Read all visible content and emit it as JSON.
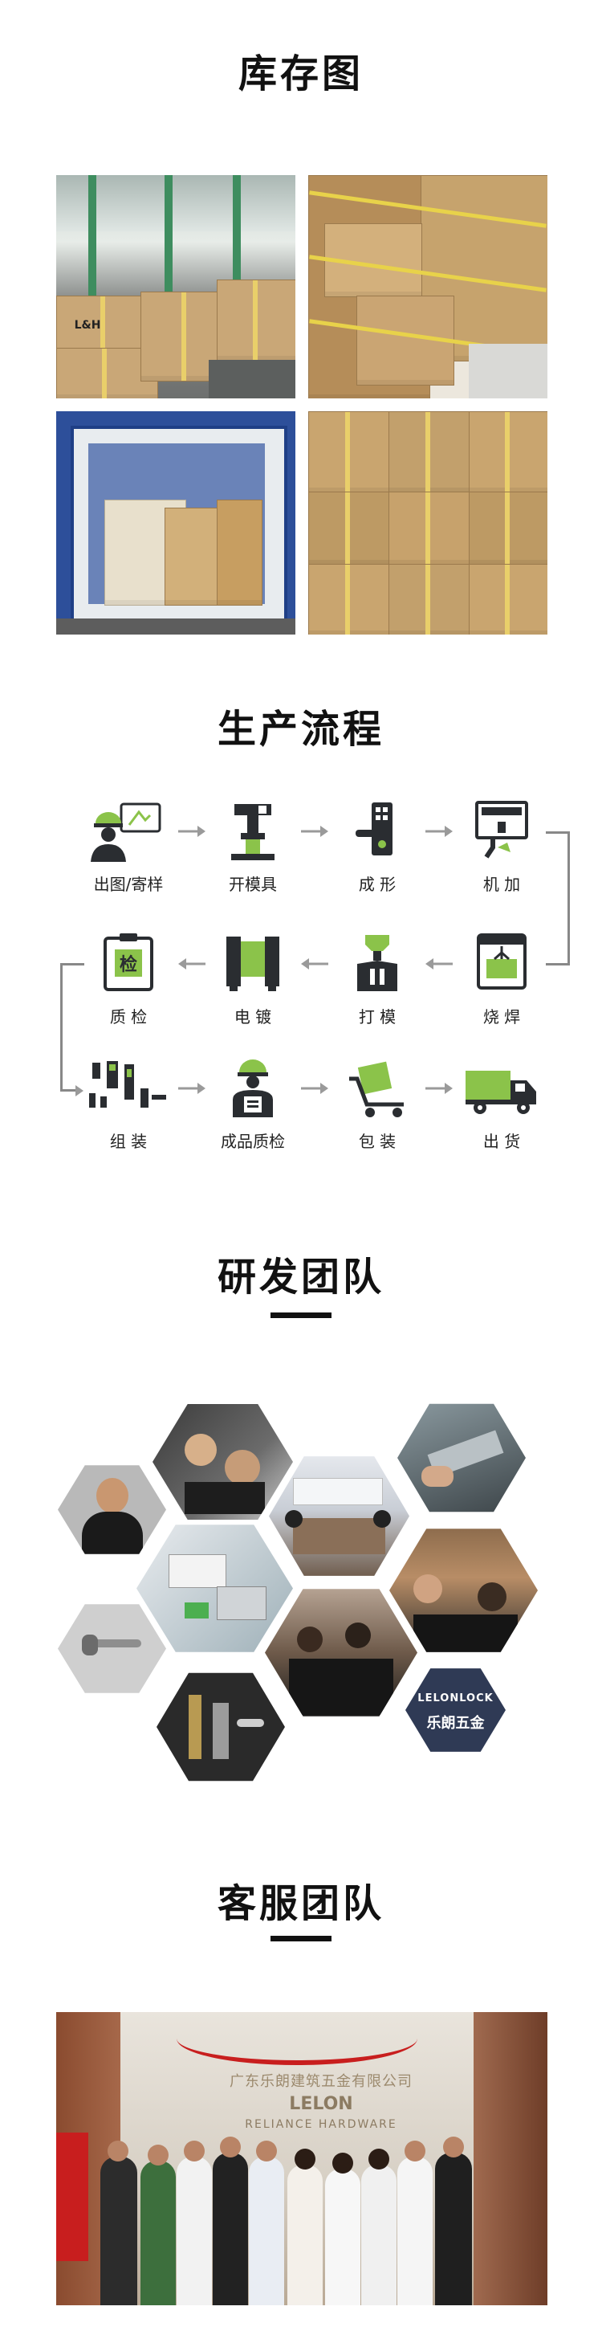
{
  "sections": {
    "inventory_title": "库存图",
    "process_title": "生产流程",
    "rd_title": "研发团队",
    "service_title": "客服团队"
  },
  "inventory_photos": [
    {
      "box_label": "L&H"
    },
    {
      "box_label": ""
    },
    {
      "box_label": ""
    },
    {
      "box_label": ""
    }
  ],
  "process": {
    "steps": [
      {
        "label": "出图/寄样",
        "icon": "design-icon"
      },
      {
        "label": "开模具",
        "icon": "mold-machine-icon"
      },
      {
        "label": "成 形",
        "icon": "forming-icon"
      },
      {
        "label": "机 加",
        "icon": "machining-icon"
      },
      {
        "label": "烧 焊",
        "icon": "welding-icon"
      },
      {
        "label": "打 模",
        "icon": "press-icon"
      },
      {
        "label": "电 镀",
        "icon": "plating-icon"
      },
      {
        "label": "质 检",
        "icon": "inspection-icon"
      },
      {
        "label": "组 装",
        "icon": "assembly-icon"
      },
      {
        "label": "成品质检",
        "icon": "product-inspection-icon"
      },
      {
        "label": "包 装",
        "icon": "packaging-icon"
      },
      {
        "label": "出 货",
        "icon": "shipping-truck-icon"
      }
    ],
    "inspection_badge": "检",
    "colors": {
      "icon_dark": "#2a2d31",
      "icon_green": "#8bc34a",
      "arrow": "#9a9a9a"
    }
  },
  "rd_team": {
    "brand_logo": "LELONLOCK",
    "brand_name_cn": "乐朗五金"
  },
  "service_team": {
    "company_sign": "广东乐朗建筑五金有限公司",
    "logo": "LELON",
    "logo_sub": "RELIANCE HARDWARE"
  }
}
